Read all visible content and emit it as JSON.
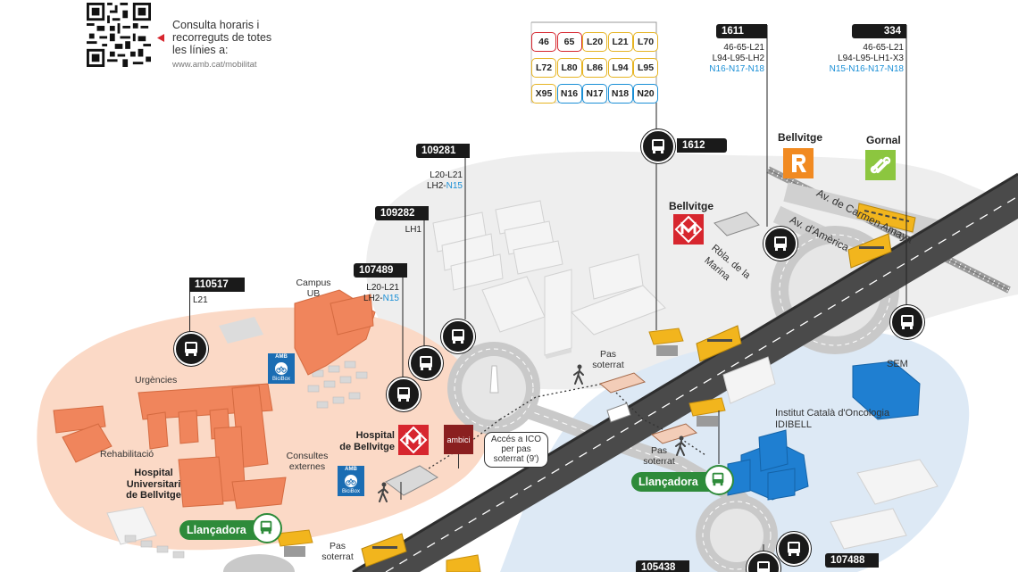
{
  "info": {
    "text_1": "Consulta horaris i",
    "text_2": "recorreguts de totes",
    "text_3": "les línies a:",
    "url": "www.amb.cat/mobilitat"
  },
  "line_grid": [
    [
      "46",
      "65",
      "L20",
      "L21",
      "L70"
    ],
    [
      "L72",
      "L80",
      "L86",
      "L94",
      "L95"
    ],
    [
      "X95",
      "N16",
      "N17",
      "N18",
      "N20"
    ]
  ],
  "stops": [
    {
      "id": "1611",
      "lines": [
        "46-65-L21",
        "L94-L95-LH2"
      ],
      "night": "N16-N17-N18"
    },
    {
      "id": "334",
      "lines": [
        "46-65-L21",
        "L94-L95-LH1-X3"
      ],
      "night": "N15-N16-N17-N18"
    },
    {
      "id": "1612",
      "lines": [],
      "night": ""
    },
    {
      "id": "109281",
      "lines": [
        "L20-L21"
      ],
      "line_prefix": "LH2-",
      "night": "N15"
    },
    {
      "id": "109282",
      "lines": [
        "LH1"
      ],
      "night": ""
    },
    {
      "id": "107489",
      "lines": [
        "L20-L21"
      ],
      "line_prefix": "LH2-",
      "night": "N15"
    },
    {
      "id": "110517",
      "lines": [
        "L21"
      ],
      "night": ""
    },
    {
      "id": "105438",
      "lines": [],
      "night": ""
    },
    {
      "id": "107488",
      "lines": [],
      "night": ""
    }
  ],
  "places": {
    "bellvitge_r": "Bellvitge",
    "gornal": "Gornal",
    "bellvitge_m": "Bellvitge",
    "av_carmen": "Av. de Carmen Amaya",
    "av_america": "Av. d'Amèrica",
    "rbla_1": "Rbla. de la",
    "rbla_2": "Marina",
    "campus_1": "Campus",
    "campus_2": "UB",
    "urgencies": "Urgències",
    "rehab": "Rehabilitació",
    "hosp_univ_1": "Hospital",
    "hosp_univ_2": "Universitari",
    "hosp_univ_3": "de Bellvitge",
    "consultes_1": "Consultes",
    "consultes_2": "externes",
    "hosp_bell_1": "Hospital",
    "hosp_bell_2": "de Bellvitge",
    "ambici": "ambici",
    "acces_1": "Accés a ICO",
    "acces_2": "per pas",
    "acces_3": "soterrat (9')",
    "pas_1a": "Pas",
    "pas_1b": "soterrat",
    "pas_2a": "Pas",
    "pas_2b": "soterrat",
    "pas_3a": "Pas",
    "pas_3b": "soterrat",
    "sem": "SEM",
    "ico_1": "Institut Català d'Oncologia",
    "ico_2": "IDIBELL",
    "llancadora_1": "Llançadora",
    "llancadora_2": "Llançadora",
    "amb_1": "AMB",
    "bicibox_1": "BiciBox",
    "amb_2": "AMB",
    "bicibox_2": "BiciBox"
  },
  "colors": {
    "road": "#4a4a4a",
    "hospital_zone": "#fbd9c6",
    "hospital_building": "#f0855c",
    "ico_zone": "#dde9f5",
    "ico_building": "#1f7fd1",
    "bus_yellow": "#f2b51d",
    "metro_red": "#d7262e",
    "rodalies_orange": "#f18a21",
    "gornal_green": "#8cc63f",
    "shuttle_green": "#2e8b3a"
  }
}
